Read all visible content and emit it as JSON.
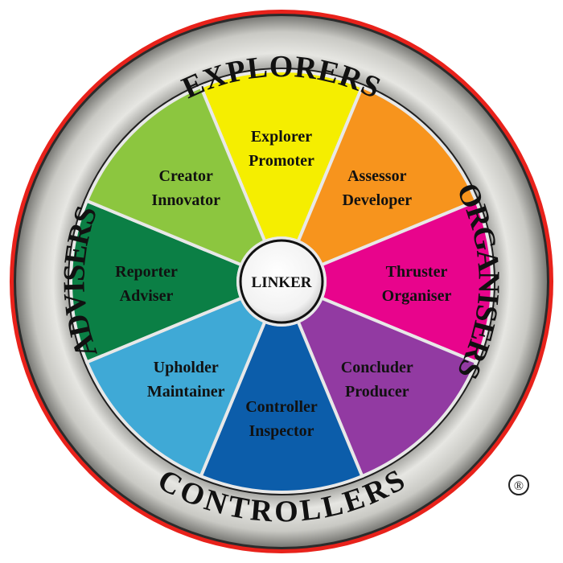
{
  "diagram": {
    "type": "team-management-wheel",
    "center": {
      "label": "LINKER"
    },
    "outer_ring_labels": [
      {
        "label": "EXPLORERS",
        "position": "top"
      },
      {
        "label": "ORGANISERS",
        "position": "right"
      },
      {
        "label": "CONTROLLERS",
        "position": "bottom"
      },
      {
        "label": "ADVISERS",
        "position": "left"
      }
    ],
    "segments": [
      {
        "line1": "Explorer",
        "line2": "Promoter",
        "color": "#F5EE00"
      },
      {
        "line1": "Assessor",
        "line2": "Developer",
        "color": "#F7941D"
      },
      {
        "line1": "Thruster",
        "line2": "Organiser",
        "color": "#E8048C"
      },
      {
        "line1": "Concluder",
        "line2": "Producer",
        "color": "#923AA2"
      },
      {
        "line1": "Controller",
        "line2": "Inspector",
        "color": "#0C5DAA"
      },
      {
        "line1": "Upholder",
        "line2": "Maintainer",
        "color": "#3FA9D6"
      },
      {
        "line1": "Reporter",
        "line2": "Adviser",
        "color": "#0B7F45"
      },
      {
        "line1": "Creator",
        "line2": "Innovator",
        "color": "#8CC63F"
      }
    ],
    "colors": {
      "outer_border": "#E8221B",
      "ring": "#B9B9B5",
      "center_fill": "#FFFFFF"
    },
    "registered_mark": "®"
  }
}
